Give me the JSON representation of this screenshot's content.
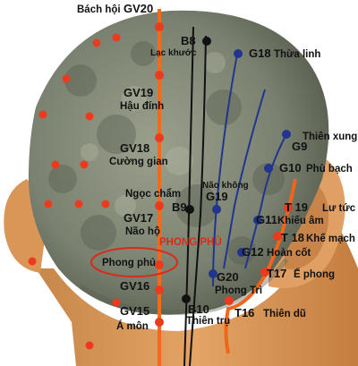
{
  "colors": {
    "background": "#ffffff",
    "scalp": "#8a8f7c",
    "scalp_dark": "#4f5548",
    "skin": "#dc9a5c",
    "skin_dark": "#b06a32",
    "governing_vessel": "#f26a1b",
    "bladder_channel": "#111111",
    "gallbladder_channel": "#21358f",
    "triple_burner_channel": "#f0641c",
    "point_red": "#ec3a1e",
    "highlight": "#d92b17"
  },
  "highlight_tag": "PHONG PHỦ",
  "points": {
    "gv20": {
      "name": "Bách hội",
      "code": "GV20"
    },
    "b8": {
      "code": "B8",
      "name": "Lạc khước"
    },
    "g18": {
      "code": "G18",
      "name": "Thừa linh"
    },
    "gv19": {
      "code": "GV19",
      "name": "Hậu đính"
    },
    "g9": {
      "name": "Thiên xung",
      "code": "G9"
    },
    "gv18": {
      "code": "GV18",
      "name": "Cường gian"
    },
    "g10": {
      "code": "G10",
      "name": "Phù bạch"
    },
    "g19": {
      "name": "Não không",
      "code": "G19"
    },
    "ngoc_cham": {
      "name": "Ngọc chẩm"
    },
    "b9": {
      "code": "B9"
    },
    "t19": {
      "code": "T 19",
      "name": "Lư tức"
    },
    "gv17": {
      "code": "GV17",
      "name": "Não hộ"
    },
    "g11": {
      "code": "G11",
      "name": "Khiếu âm"
    },
    "t18": {
      "code": "T 18",
      "name": "Khế mạch"
    },
    "g12": {
      "code": "G12",
      "name": "Hoàn cốt"
    },
    "phong_phu": {
      "name": "Phong phủ"
    },
    "t17": {
      "code": "T17",
      "name": "Ế phong"
    },
    "gv16": {
      "code": "GV16"
    },
    "g20": {
      "code": "G20",
      "name": "Phong Trì"
    },
    "t16": {
      "code": "T16",
      "name": "Thiên dũ"
    },
    "gv15": {
      "code": "GV15",
      "name": "Á môn"
    },
    "b10": {
      "code": "B10",
      "name": "Thiên trụ"
    }
  }
}
